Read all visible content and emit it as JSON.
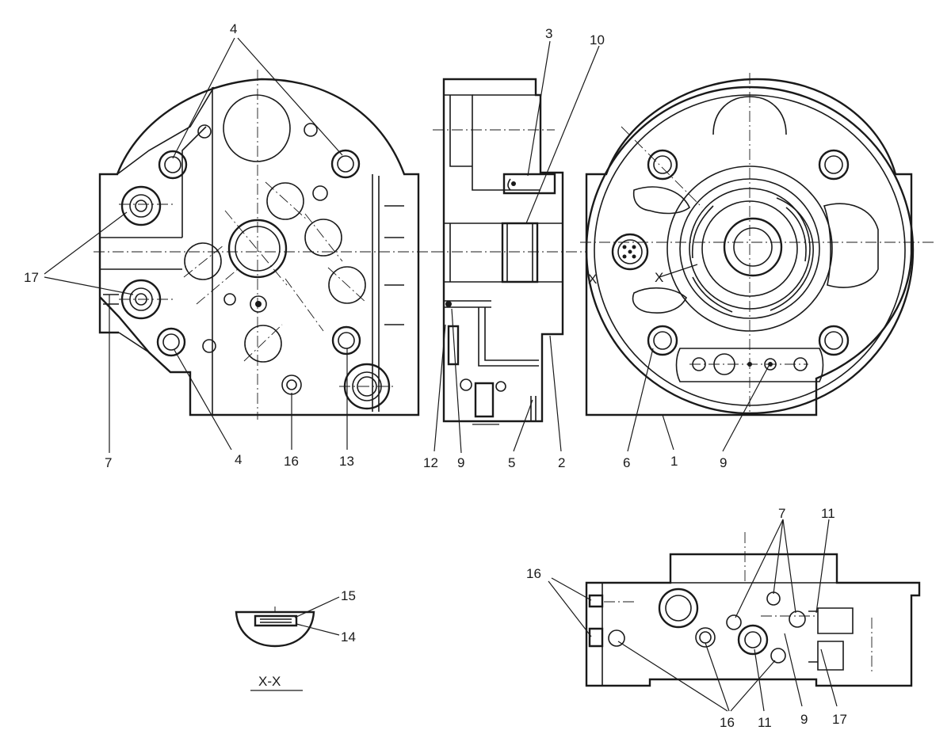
{
  "drawing": {
    "front_view": {
      "callouts": [
        "4",
        "17",
        "7",
        "4",
        "16",
        "13"
      ]
    },
    "side_section": {
      "callouts": [
        "3",
        "10",
        "12",
        "9",
        "5",
        "2"
      ]
    },
    "rear_view": {
      "callouts": [
        "6",
        "1",
        "9"
      ],
      "section_marks": [
        "X",
        "X"
      ]
    },
    "section_detail": {
      "title": "X-X",
      "callouts": [
        "15",
        "14"
      ]
    },
    "bottom_view": {
      "callouts": [
        "7",
        "11",
        "16",
        "16",
        "11",
        "9",
        "17"
      ]
    }
  },
  "colors": {
    "ink": "#1a1a1a",
    "paper": "#ffffff"
  }
}
